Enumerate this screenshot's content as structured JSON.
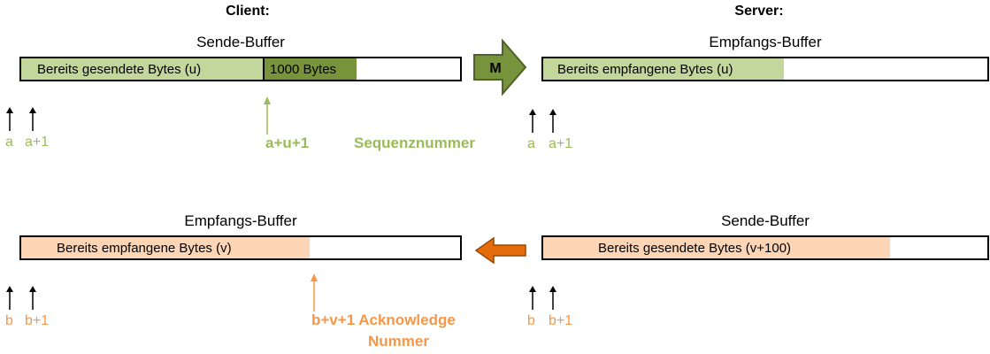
{
  "headings": {
    "client": "Client:",
    "server": "Server:"
  },
  "top": {
    "client_buffer": {
      "caption": "Sende-Buffer",
      "sent": "Bereits gesendete Bytes (u)",
      "pending": "1000 Bytes"
    },
    "message_arrow_label": "M",
    "server_buffer": {
      "caption": "Empfangs-Buffer",
      "received": "Bereits empfangene Bytes (u)"
    },
    "client_markers": {
      "a": "a",
      "a1": "a+1"
    },
    "server_markers": {
      "a": "a",
      "a1": "a+1"
    },
    "sequence": {
      "value": "a+u+1",
      "label": "Sequenznummer"
    }
  },
  "bottom": {
    "client_buffer": {
      "caption": "Empfangs-Buffer",
      "received": "Bereits empfangene Bytes (v)"
    },
    "server_buffer": {
      "caption": "Sende-Buffer",
      "sent": "Bereits gesendete Bytes (v+100)"
    },
    "client_markers": {
      "b": "b",
      "b1": "b+1"
    },
    "server_markers": {
      "b": "b",
      "b1": "b+1"
    },
    "ack": {
      "line1": "b+v+1 Acknowledge",
      "line2": "Nummer"
    }
  },
  "colors": {
    "light_green": "#c3d69b",
    "dark_green": "#77933c",
    "label_green": "#9bbb59",
    "orange_fill": "#fbd5b5",
    "label_orange": "#f79646",
    "arrow_orange": "#e46c0a"
  }
}
